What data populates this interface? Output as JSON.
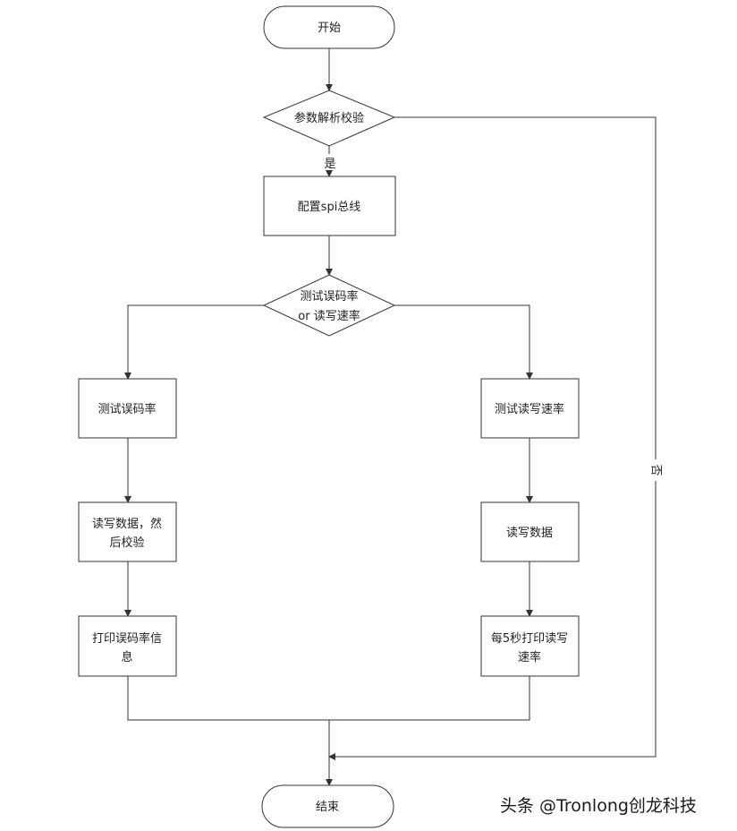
{
  "flowchart": {
    "start": "开始",
    "validate": "参数解析校验",
    "yes": "是",
    "no": "否",
    "config_spi": "配置spi总线",
    "choose_line1": "测试误码率",
    "choose_line2": "or 读写速率",
    "test_ber": "测试误码率",
    "rw_verify_line1": "读写数据，然",
    "rw_verify_line2": "后校验",
    "print_ber_line1": "打印误码率信",
    "print_ber_line2": "息",
    "test_rw_rate": "测试读写速率",
    "rw_data": "读写数据",
    "print_rate_line1": "每5秒打印读写",
    "print_rate_line2": "速率",
    "end": "结束"
  },
  "watermark": "头条 @Tronlong创龙科技",
  "colors": {
    "line": "#333333",
    "fill": "#ffffff",
    "text": "#1f1f1f"
  }
}
